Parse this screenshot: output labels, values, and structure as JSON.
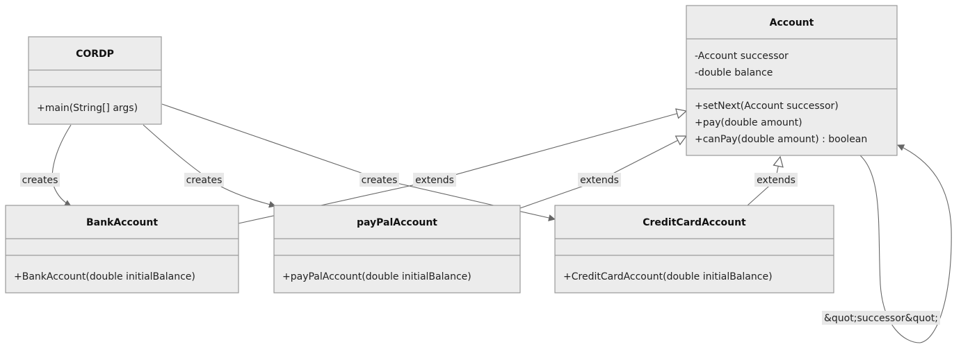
{
  "classes": {
    "cordp": {
      "name": "CORDP",
      "methods": [
        "+main(String[] args)"
      ]
    },
    "account": {
      "name": "Account",
      "fields": [
        "-Account successor",
        "-double balance"
      ],
      "methods": [
        "+setNext(Account successor)",
        "+pay(double amount)",
        "+canPay(double amount) : boolean"
      ]
    },
    "bank": {
      "name": "BankAccount",
      "methods": [
        "+BankAccount(double initialBalance)"
      ]
    },
    "paypal": {
      "name": "payPalAccount",
      "methods": [
        "+payPalAccount(double initialBalance)"
      ]
    },
    "credit": {
      "name": "CreditCardAccount",
      "methods": [
        "+CreditCardAccount(double initialBalance)"
      ]
    }
  },
  "relations": {
    "cordp_bank": "creates",
    "cordp_paypal": "creates",
    "cordp_credit": "creates",
    "bank_account": "extends",
    "paypal_account": "extends",
    "credit_account": "extends",
    "account_self": "&quot;successor&quot;"
  },
  "colors": {
    "box_fill": "#ececec",
    "box_stroke": "#9a9a9a",
    "edge": "#666666",
    "label_bg": "#e8e8e8"
  }
}
